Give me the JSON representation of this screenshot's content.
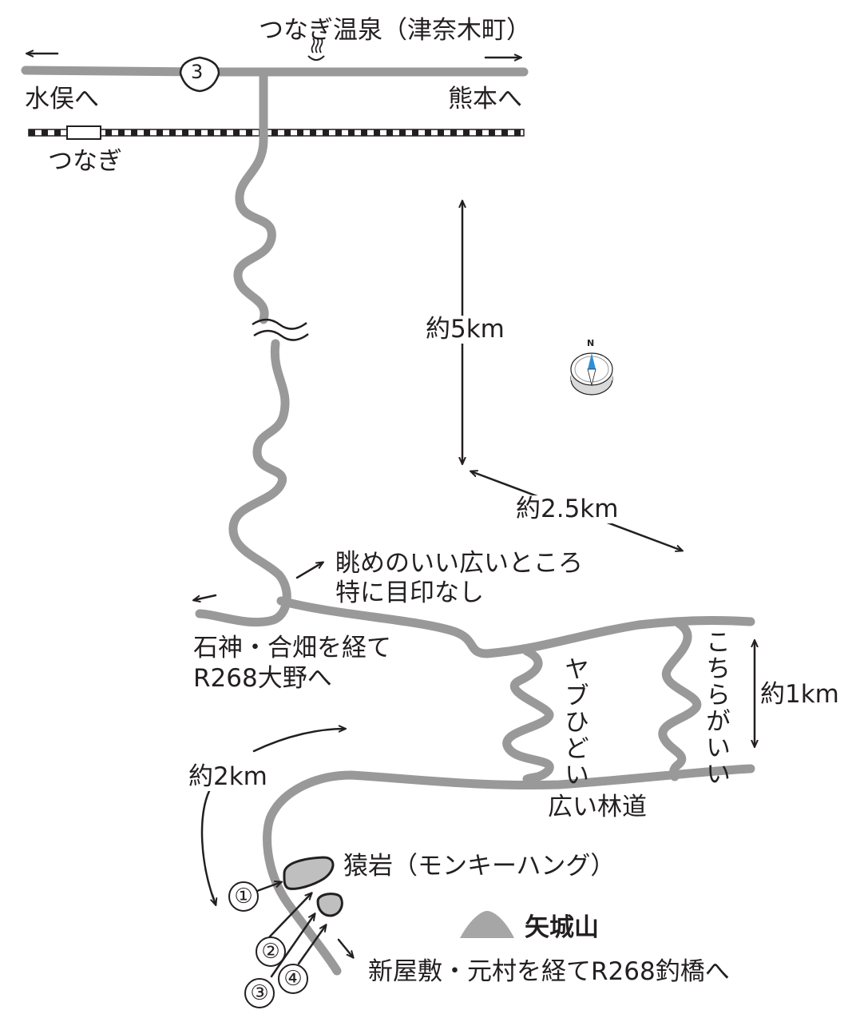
{
  "labels": {
    "onsen": "つなぎ温泉（津奈木町）",
    "route_number": "3",
    "to_minamata": "水俣へ",
    "to_kumamoto": "熊本へ",
    "station": "つなぎ",
    "dist_5km": "約5km",
    "compass_n": "N",
    "dist_2_5km": "約2.5km",
    "viewpoint_1": "眺めのいい広いところ",
    "viewpoint_2": "特に目印なし",
    "to_ishigami_1": "石神・合畑を経て",
    "to_ishigami_2": "R268大野へ",
    "yabu": "ヤブひどい",
    "kochira": "こちらがいい",
    "dist_1km": "約1km",
    "dist_2km": "約2km",
    "wide_forest_road": "広い林道",
    "saruiwa": "猿岩（モンキーハング）",
    "yashiro": "矢城山",
    "to_tsuribashi": "新屋敷・元村を経てR268釣橋へ",
    "c1": "①",
    "c2": "②",
    "c3": "③",
    "c4": "④"
  },
  "colors": {
    "road": "#999999",
    "rock": "#bfbfbf",
    "ink": "#231f20",
    "compass_needle": "#2f8fd6"
  },
  "icons": {
    "onsen": "hot-spring-icon",
    "compass": "compass-icon",
    "mountain": "mountain-icon"
  }
}
